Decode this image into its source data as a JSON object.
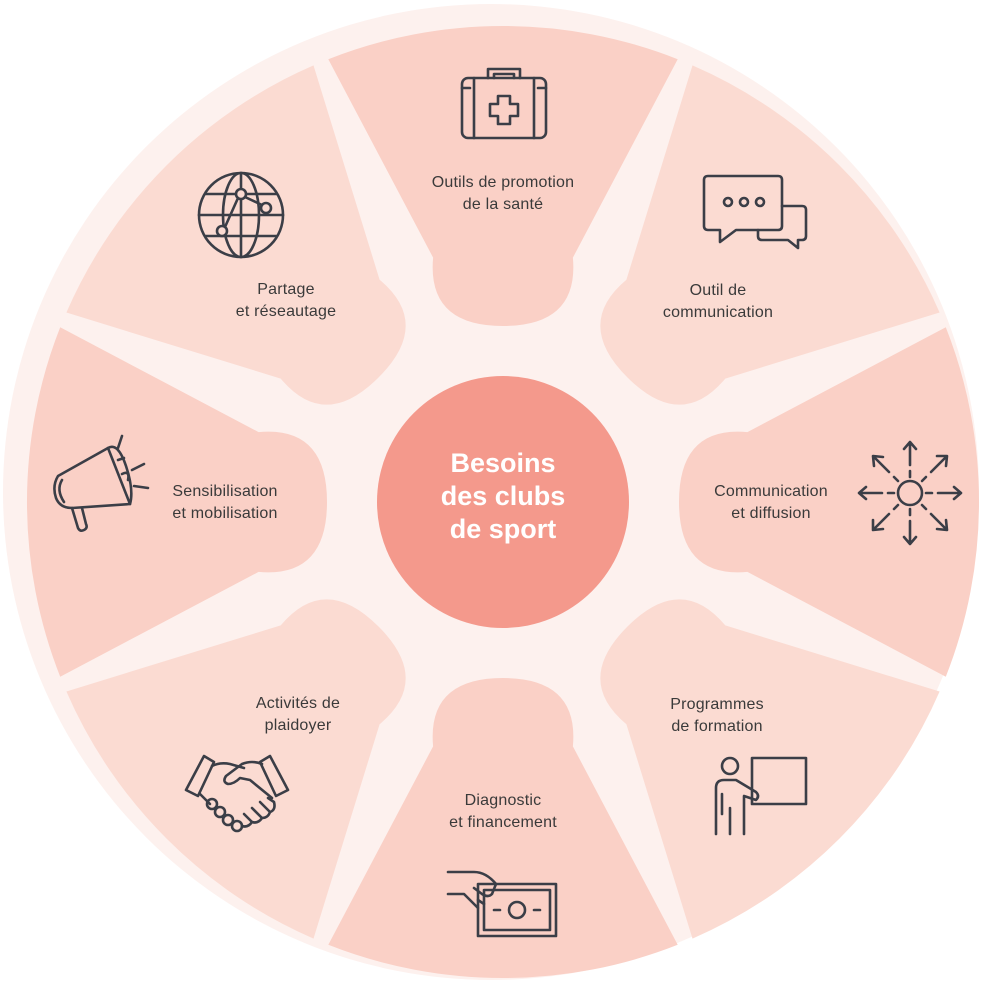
{
  "center": {
    "line1": "Besoins",
    "line2": "des clubs",
    "line3": "de sport"
  },
  "segments": [
    {
      "id": "sante",
      "line1": "Outils de promotion",
      "line2": "de la santé",
      "icon": "first-aid-kit-icon"
    },
    {
      "id": "communication-outil",
      "line1": "Outil de",
      "line2": "communication",
      "icon": "chat-bubbles-icon"
    },
    {
      "id": "diffusion",
      "line1": "Communication",
      "line2": "et diffusion",
      "icon": "broadcast-arrows-icon"
    },
    {
      "id": "formation",
      "line1": "Programmes",
      "line2": "de formation",
      "icon": "teacher-board-icon"
    },
    {
      "id": "financement",
      "line1": "Diagnostic",
      "line2": "et financement",
      "icon": "money-hand-icon"
    },
    {
      "id": "plaidoyer",
      "line1": "Activités de",
      "line2": "plaidoyer",
      "icon": "handshake-icon"
    },
    {
      "id": "sensibilisation",
      "line1": "Sensibilisation",
      "line2": "et mobilisation",
      "icon": "megaphone-icon"
    },
    {
      "id": "partage",
      "line1": "Partage",
      "line2": "et réseautage",
      "icon": "globe-network-icon"
    }
  ],
  "colors": {
    "ring": "#fdf1ee",
    "segment_dark": "#fad0c6",
    "segment_light": "#fbdbd2",
    "center": "#f4998c",
    "icon_stroke": "#3b3e47"
  }
}
